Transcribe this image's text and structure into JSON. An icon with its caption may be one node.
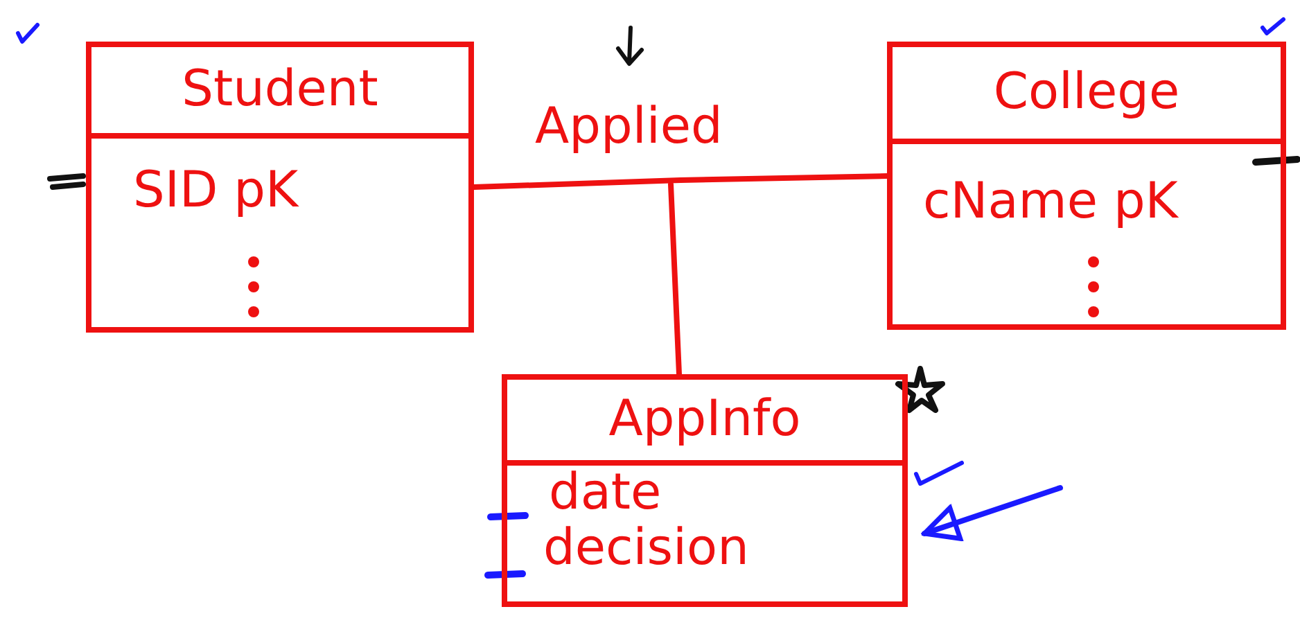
{
  "diagram": {
    "nodes": [
      {
        "text": [
          "Student",
          "SID pK"
        ]
      },
      {
        "text": [
          "College",
          "cName pK"
        ]
      },
      {
        "text": [
          "AppInfo",
          "date",
          "decision"
        ]
      }
    ],
    "edges": [
      {
        "from": 0,
        "to": 1,
        "arrow": "none",
        "label": "Applied"
      },
      {
        "from": 2,
        "to": null,
        "arrow": "none"
      },
      {
        "from": null,
        "to": 2,
        "arrow": "to",
        "color": "#1a1aff"
      }
    ]
  }
}
